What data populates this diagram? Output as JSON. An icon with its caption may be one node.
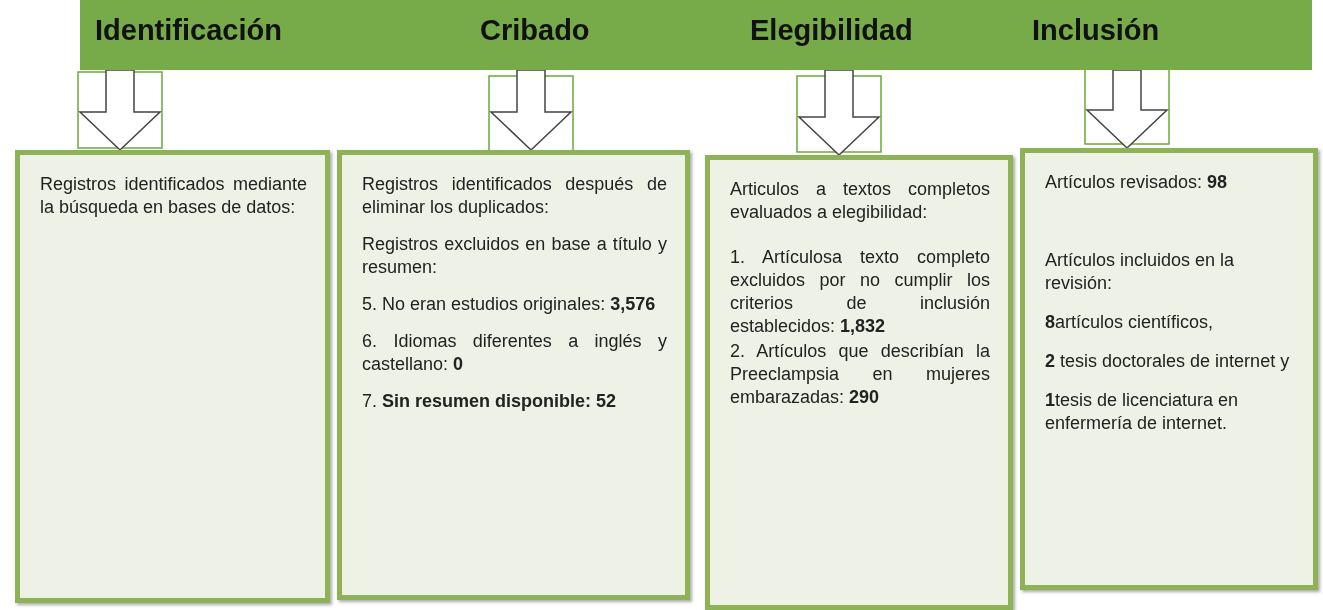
{
  "diagram": {
    "nodes": [
      {
        "text": [
          "Identificación",
          "Cribado",
          "Elegibilidad",
          "Inclusión"
        ]
      },
      {
        "text": [
          "Registros identificados mediante la búsqueda en bases de datos:"
        ]
      },
      {
        "text": [
          "Registros identificados después de eliminar los duplicados:",
          "Registros excluidos en base a título y resumen:",
          "5. No eran estudios originales: **3,576**",
          "6. Idiomas diferentes a inglés y castellano: **0**",
          "7. **Sin resumen disponible: 52**"
        ]
      },
      {
        "text": [
          "Articulos a textos completos evaluados a elegibilidad:",
          "1. Artículosa texto completo excluidos por no cumplir los criterios de inclusión establecidos: **1,832**",
          "2. Artículos que describían la Preeclampsia en mujeres embarazadas: **290**"
        ]
      },
      {
        "text": [
          "Artículos revisados: **98**",
          "Artículos incluidos en la revisión:",
          "**8**artículos científicos,",
          "**2** tesis doctorales de internet y",
          "**1**tesis de licenciatura en enfermería de internet."
        ]
      }
    ],
    "edges": [
      {
        "from": 0,
        "to": 1,
        "arrow": "to"
      },
      {
        "from": 0,
        "to": 2,
        "arrow": "to"
      },
      {
        "from": 0,
        "to": 3,
        "arrow": "to"
      },
      {
        "from": 0,
        "to": 4,
        "arrow": "to"
      }
    ]
  }
}
